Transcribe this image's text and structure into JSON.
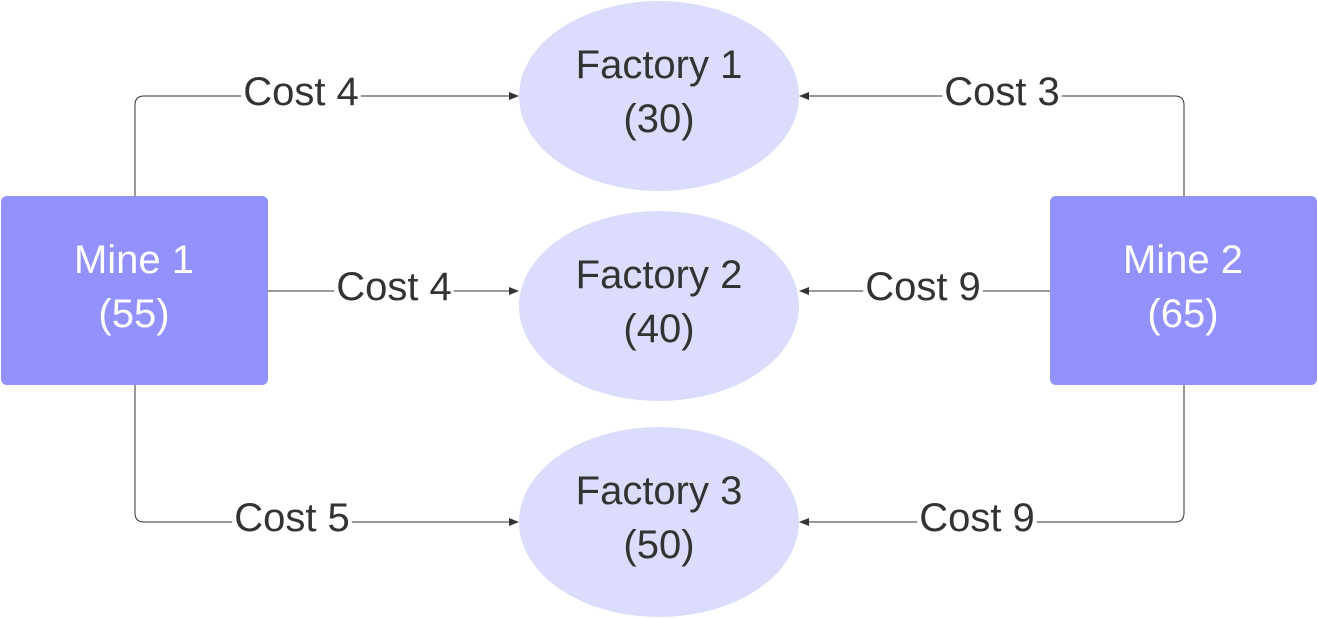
{
  "colors": {
    "mine_fill": "#9391FC",
    "mine_text": "#FFFFFF",
    "factory_fill": "#DCDCFC",
    "factory_text": "#333333",
    "edge": "#333333",
    "background": "#FFFFFF"
  },
  "mines": [
    {
      "id": "mine-1",
      "name": "Mine 1",
      "supply": "(55)"
    },
    {
      "id": "mine-2",
      "name": "Mine 2",
      "supply": "(65)"
    }
  ],
  "factories": [
    {
      "id": "factory-1",
      "name": "Factory 1",
      "demand": "(30)"
    },
    {
      "id": "factory-2",
      "name": "Factory 2",
      "demand": "(40)"
    },
    {
      "id": "factory-3",
      "name": "Factory 3",
      "demand": "(50)"
    }
  ],
  "edges": [
    {
      "from": "Mine 1",
      "to": "Factory 1",
      "label": "Cost 4"
    },
    {
      "from": "Mine 1",
      "to": "Factory 2",
      "label": "Cost 4"
    },
    {
      "from": "Mine 1",
      "to": "Factory 3",
      "label": "Cost 5"
    },
    {
      "from": "Mine 2",
      "to": "Factory 1",
      "label": "Cost 3"
    },
    {
      "from": "Mine 2",
      "to": "Factory 2",
      "label": "Cost 9"
    },
    {
      "from": "Mine 2",
      "to": "Factory 3",
      "label": "Cost 9"
    }
  ]
}
